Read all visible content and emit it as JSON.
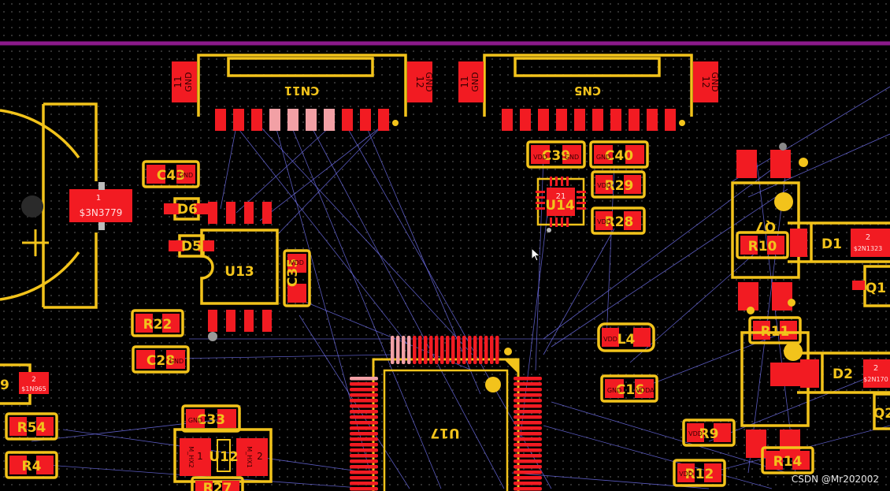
{
  "components": {
    "CN11": {
      "des": "CN11",
      "pin_left_num": "11",
      "pin_left_net": "GND",
      "pin_right_num": "12",
      "pin_right_net": "GND"
    },
    "CN5": {
      "des": "CN5",
      "pin_left_num": "11",
      "pin_left_net": "GND",
      "pin_right_num": "12",
      "pin_right_net": "GND"
    },
    "C43": {
      "des": "C43",
      "net": "GND"
    },
    "D6": {
      "des": "D6"
    },
    "D5": {
      "des": "D5"
    },
    "U13": {
      "des": "U13"
    },
    "C35": {
      "des": "C35",
      "net": "VDD"
    },
    "R22": {
      "des": "R22"
    },
    "C28": {
      "des": "C28",
      "net": "GND"
    },
    "C33": {
      "des": "C33",
      "net": "GND"
    },
    "U12": {
      "des": "U12",
      "pin1": "1",
      "pin2": "2",
      "net1": "M_HX2",
      "net2": "M_HX1"
    },
    "R54": {
      "des": "R54"
    },
    "R4": {
      "des": "R4"
    },
    "R27": {
      "des": "R27"
    },
    "C39": {
      "des": "C39",
      "net_left": "VDD",
      "net_right": "GND"
    },
    "C40": {
      "des": "C40",
      "net": "GND"
    },
    "U14": {
      "des": "U14",
      "pin": "21"
    },
    "R29": {
      "des": "R29",
      "net": "VDD"
    },
    "R28": {
      "des": "R28",
      "net": "VDD"
    },
    "L4": {
      "des": "L4",
      "net": "VDD"
    },
    "C16": {
      "des": "C16",
      "net_left": "GND",
      "net_right": "VDDA"
    },
    "U17": {
      "des": "U17"
    },
    "R9": {
      "des": "R9",
      "net": "VDD"
    },
    "R12": {
      "des": "R12",
      "net": "VDD"
    },
    "R10": {
      "des": "R10"
    },
    "Q7": {
      "des": "Q7"
    },
    "D1": {
      "des": "D1",
      "pin": "2",
      "net": "$2N1323"
    },
    "Q1": {
      "des": "Q1"
    },
    "R11": {
      "des": "R11"
    },
    "D2": {
      "des": "D2",
      "pin": "2",
      "net": "$2N170"
    },
    "R14": {
      "des": "R14"
    },
    "Q2": {
      "des": "Q2"
    },
    "D9": {
      "des": "9",
      "pin": "2",
      "net": "$1N965"
    },
    "BT": {
      "pin": "1",
      "net": "$3N3779"
    }
  },
  "watermark": "CSDN @Mr202002",
  "colors": {
    "background": "#000000",
    "silkscreen": "#f2c31b",
    "pad": "#f21b22",
    "ratsnest": "#6a6ae0",
    "board_edge": "#8a1a8a"
  }
}
